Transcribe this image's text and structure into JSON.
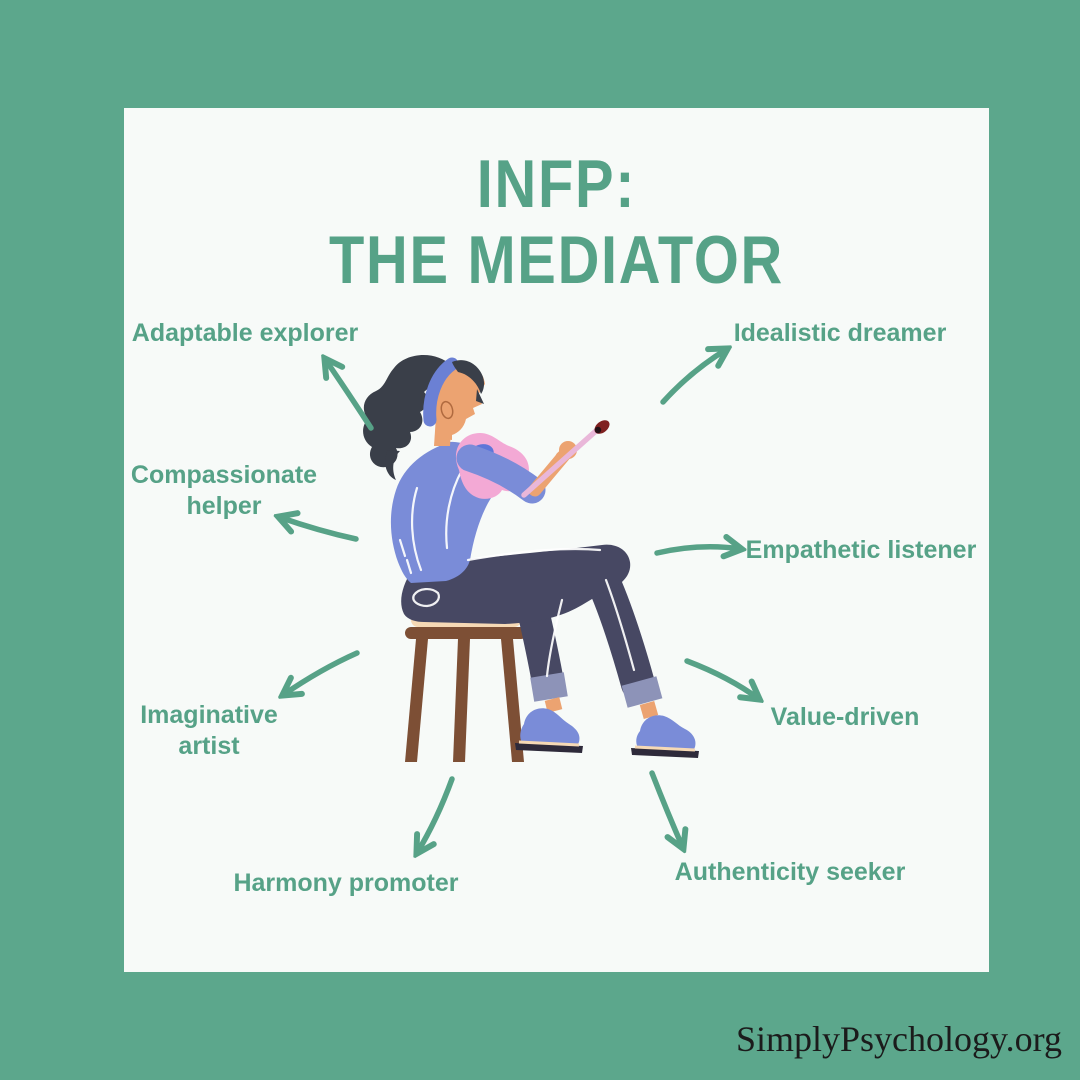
{
  "colors": {
    "background": "#5CA78C",
    "card": "#F7FAF8",
    "accent_text": "#56A287",
    "arrow": "#57A287",
    "footer_text": "#1B1B1B",
    "illustration": {
      "skin": "#ECA371",
      "hair": "#3A3F49",
      "sweater": "#7A8CD8",
      "pants": "#474863",
      "cuff": "#8D93B8",
      "shoe": "#7A8CD8",
      "sole": "#2E2A3A",
      "palette_pink": "#F3A9D5",
      "paint_blue": "#5F76D8",
      "paint_pink": "#E5539D",
      "brush_handle": "#E9B7D9",
      "brush_paint": "#7F2020",
      "stool_wood": "#7D4F35",
      "stool_cushion": "#F6D9B5"
    }
  },
  "title": {
    "line1": "INFP:",
    "line2": "THE MEDIATOR"
  },
  "traits": [
    {
      "id": "adaptable-explorer",
      "label": "Adaptable explorer",
      "arrow": "up-left"
    },
    {
      "id": "idealistic-dreamer",
      "label": "Idealistic dreamer",
      "arrow": "up-right"
    },
    {
      "id": "compassionate-helper",
      "label": "Compassionate helper",
      "arrow": "left"
    },
    {
      "id": "empathetic-listener",
      "label": "Empathetic listener",
      "arrow": "right"
    },
    {
      "id": "imaginative-artist",
      "label": "Imaginative artist",
      "arrow": "down-left"
    },
    {
      "id": "value-driven",
      "label": "Value-driven",
      "arrow": "down-right"
    },
    {
      "id": "harmony-promoter",
      "label": "Harmony promoter",
      "arrow": "down"
    },
    {
      "id": "authenticity-seeker",
      "label": "Authenticity seeker",
      "arrow": "down"
    }
  ],
  "illustration": {
    "name": "woman-painting-on-stool"
  },
  "footer": {
    "text": "SimplyPsychology.org"
  }
}
